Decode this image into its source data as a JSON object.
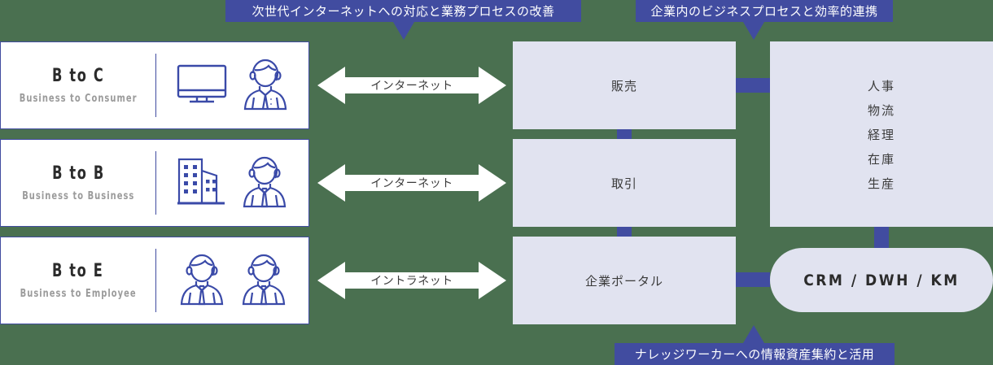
{
  "colors": {
    "background": "#4a7050",
    "accent": "#414ca0",
    "box_fill": "#e1e3f0",
    "card_bg": "#ffffff",
    "title_text": "#2b2b2b",
    "sub_text": "#9b9b9b",
    "banner_text": "#ffffff"
  },
  "banners": {
    "top_left": "次世代インターネットへの対応と業務プロセスの改善",
    "top_right": "企業内のビジネスプロセスと効率的連携",
    "bottom": "ナレッジワーカーへの情報資産集約と活用"
  },
  "channels": [
    {
      "id": "btoc",
      "title": "B to C",
      "subtitle": "Business to Consumer",
      "icons": [
        "monitor-icon",
        "consumer-person-icon"
      ],
      "link": {
        "label": "インターネット",
        "type": "double-arrow"
      },
      "process": "販売"
    },
    {
      "id": "btob",
      "title": "B to B",
      "subtitle": "Business to Business",
      "icons": [
        "office-building-icon",
        "businessman-icon"
      ],
      "link": {
        "label": "インターネット",
        "type": "double-arrow"
      },
      "process": "取引"
    },
    {
      "id": "btoe",
      "title": "B to E",
      "subtitle": "Business to Employee",
      "icons": [
        "employee-person-icon",
        "employee-person-icon"
      ],
      "link": {
        "label": "イントラネット",
        "type": "double-arrow"
      },
      "process": "企業ポータル"
    }
  ],
  "back_office": {
    "items": [
      "人事",
      "物流",
      "経理",
      "在庫",
      "生産"
    ]
  },
  "platform": {
    "label": "CRM / DWH / KM"
  }
}
